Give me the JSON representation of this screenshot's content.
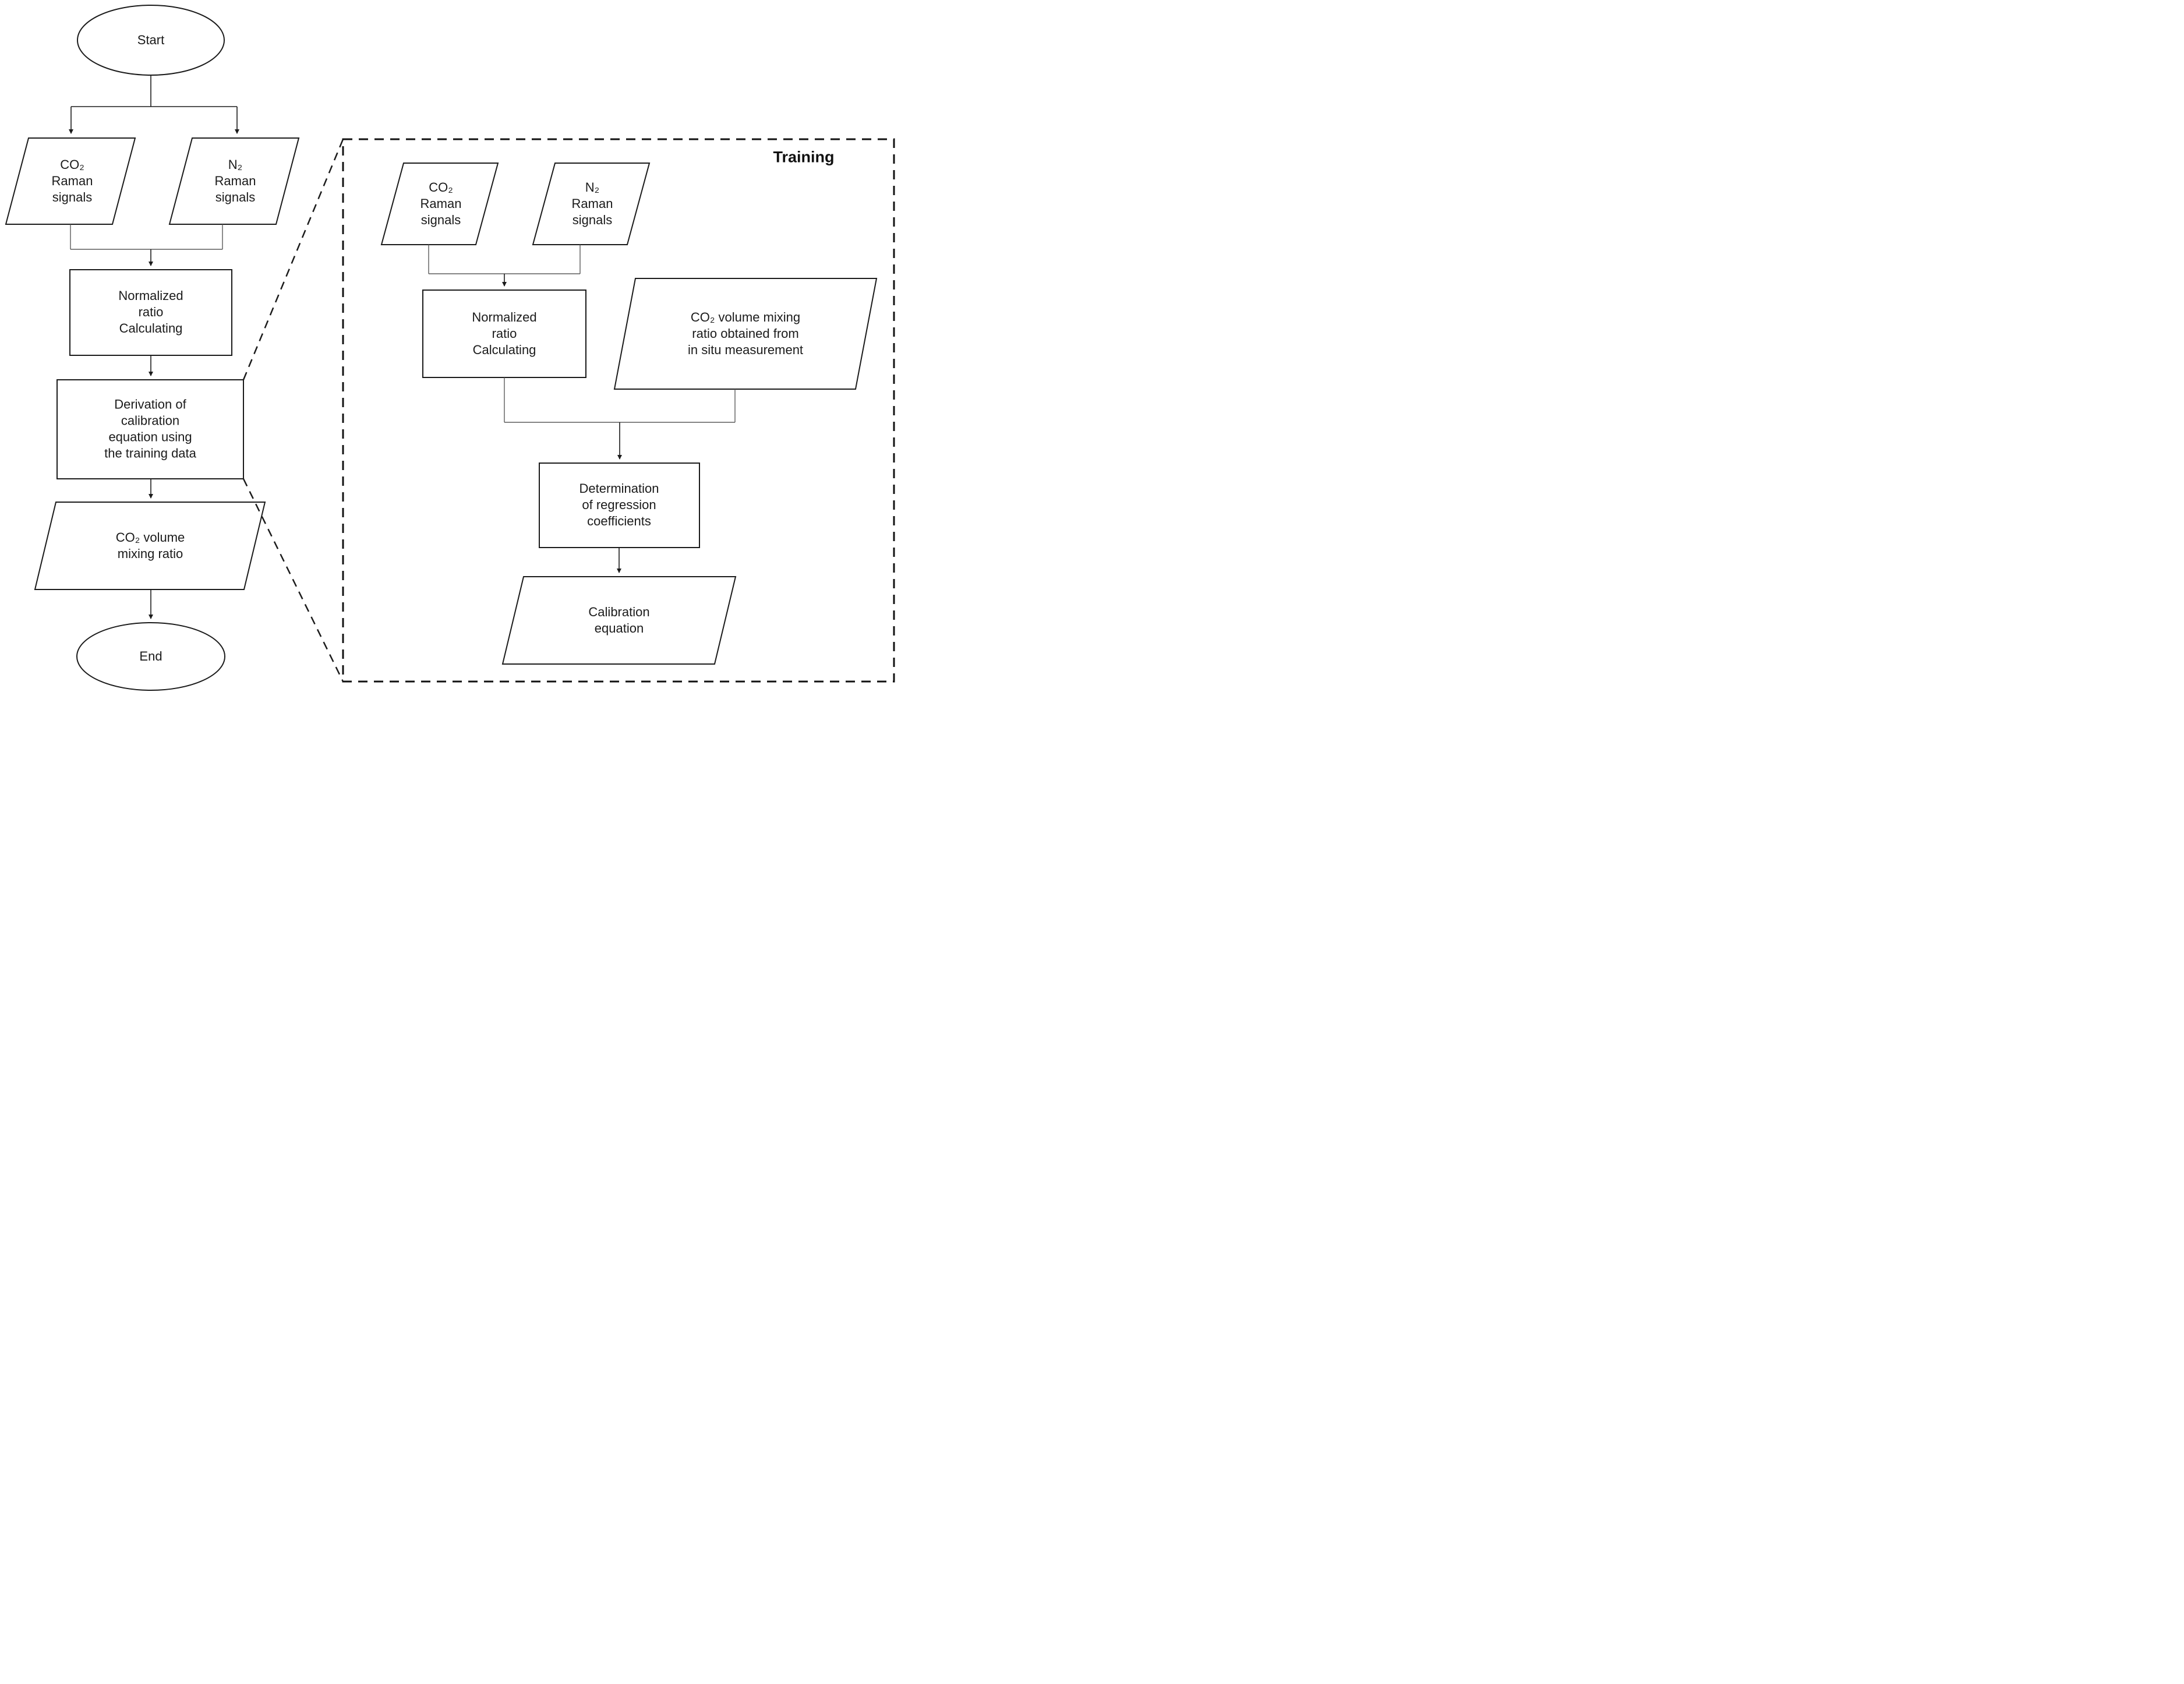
{
  "diagram": {
    "colors": {
      "stroke": "#1b1b1b",
      "connector": "#5a5a5a",
      "background": "#ffffff",
      "text": "#1b1b1b"
    },
    "left_flow": {
      "start_label": "Start",
      "co2_raman_label": "CO₂\nRaman\nsignals",
      "n2_raman_label": "N₂\nRaman\nsignals",
      "normalized_ratio_label": "Normalized\nratio\nCalculating",
      "derivation_label": "Derivation of\ncalibration\nequation using\nthe training data",
      "co2_vmr_label": "CO₂ volume\nmixing ratio",
      "end_label": "End"
    },
    "training_box": {
      "title": "Training",
      "co2_raman_label": "CO₂\nRaman\nsignals",
      "n2_raman_label": "N₂\nRaman\nsignals",
      "normalized_ratio_label": "Normalized\nratio\nCalculating",
      "in_situ_label": "CO₂ volume mixing\nratio obtained from\nin situ measurement",
      "determination_label": "Determination\nof regression\ncoefficients",
      "calibration_equation_label": "Calibration\nequation"
    }
  }
}
